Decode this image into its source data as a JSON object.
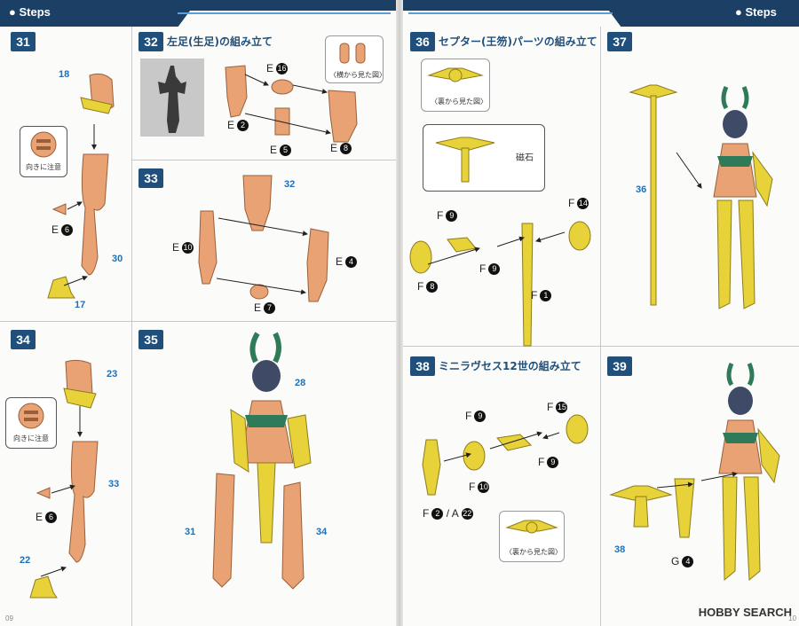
{
  "header": {
    "left_label": "Steps",
    "right_label": "Steps"
  },
  "steps": [
    {
      "num": "31"
    },
    {
      "num": "32",
      "title": "左足(生足)の組み立て",
      "note": "〈横から見た図〉"
    },
    {
      "num": "33"
    },
    {
      "num": "34"
    },
    {
      "num": "35"
    },
    {
      "num": "36",
      "title": "セプター(王笏)パーツの組み立て",
      "note": "〈裏から見た図〉",
      "magnet": "磁石"
    },
    {
      "num": "37"
    },
    {
      "num": "38",
      "title": "ミニラヴセス12世の組み立て",
      "note": "〈裏から見た図〉"
    },
    {
      "num": "39"
    }
  ],
  "notes": {
    "orient_31": "向きに注意",
    "orient_34": "向きに注意"
  },
  "tags": {
    "s31_18": "18",
    "s31_30": "30",
    "s31_17": "17",
    "s33_32": "32",
    "s34_23": "23",
    "s34_33": "33",
    "s34_22": "22",
    "s35_28": "28",
    "s35_31": "31",
    "s35_34": "34",
    "s37_36": "36",
    "s39_38": "38"
  },
  "parts": {
    "s31_e6": {
      "letter": "E",
      "num": "6"
    },
    "s32_e16": {
      "letter": "E",
      "num": "16"
    },
    "s32_e2": {
      "letter": "E",
      "num": "2"
    },
    "s32_e5": {
      "letter": "E",
      "num": "5"
    },
    "s32_e8": {
      "letter": "E",
      "num": "8"
    },
    "s33_e10": {
      "letter": "E",
      "num": "10"
    },
    "s33_e4": {
      "letter": "E",
      "num": "4"
    },
    "s33_e7": {
      "letter": "E",
      "num": "7"
    },
    "s34_e6": {
      "letter": "E",
      "num": "6"
    },
    "s36_f9a": {
      "letter": "F",
      "num": "9"
    },
    "s36_f14": {
      "letter": "F",
      "num": "14"
    },
    "s36_f9b": {
      "letter": "F",
      "num": "9"
    },
    "s36_f8": {
      "letter": "F",
      "num": "8"
    },
    "s36_f1": {
      "letter": "F",
      "num": "1"
    },
    "s38_f9a": {
      "letter": "F",
      "num": "9"
    },
    "s38_f15": {
      "letter": "F",
      "num": "15"
    },
    "s38_f9b": {
      "letter": "F",
      "num": "9"
    },
    "s38_f10": {
      "letter": "F",
      "num": "10"
    },
    "s38_fa": {
      "letter": "F",
      "num": "2",
      "sep": "/ A",
      "num2": "22"
    },
    "s39_g4": {
      "letter": "G",
      "num": "4"
    }
  },
  "page_numbers": {
    "left": "09",
    "right": "10"
  },
  "watermark": "HOBBY SEARCH",
  "colors": {
    "navy": "#1f4f7a",
    "skin": "#e8a274",
    "gold": "#e8d23a",
    "green": "#2f7a58",
    "tag_blue": "#1f6fb5"
  }
}
